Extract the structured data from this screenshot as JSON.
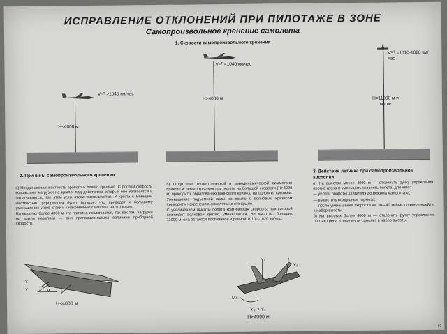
{
  "title": "ИСПРАВЛЕНИЕ ОТКЛОНЕНИЙ ПРИ ПИЛОТАЖЕ В ЗОНЕ",
  "subtitle": "Самопроизвольное кренение самолета",
  "section1": "1. Скорости самопроизвольного кренения",
  "case1": {
    "speed": "Vᴵᶜᵀ >1040 км/час",
    "height": "H<4000 м"
  },
  "case2": {
    "speed": "Vᴵᶜᵀ =1040 км/час",
    "height": "H>4000 м"
  },
  "case3": {
    "speed": "Vᴵᶜᵀ =1010-1020 км/час",
    "height": "H=11000 м и выше"
  },
  "col1": {
    "header": "2. Причины самопроизвольного кренения",
    "p1": "а) Неодинаковая жесткость правого и левого крыльев. С ростом скорости возрастают нагрузки на крыло, под действием которых оно изгибается и закручивается, при этом углы атаки уменьшаются. У крыла с меньшей жесткостью деформация будет больше, что приведет к большему уменьшению углов атаки и к накренению самолета на это крыло.",
    "p2": "На высотах более 4000 м эта причина исключается, так как там нагрузки на крыло невелики — они пропорциональны величине приборной скорости."
  },
  "col2": {
    "p1": "б) Отсутствие геометрической и аэродинамической симметрии правого и левого крыльев при полете на большой скорости (H>4000 м) приводит к образованию волнового кризиса на одном из крыльев. Уменьшение подъемной силы на крыле с волновым кризисом приводит к накренению самолета на это крыло.",
    "p2": "С увеличением высоты полета критическая скорость, при которой возникает волновой кризис, уменьшается. На высотах, больших 11000 м, она остается постоянной и равной 1010—1020 км/час."
  },
  "col3": {
    "header": "3. Действия летчика при самопроизвольном кренении",
    "p1": "а) На высотах менее 4000 м — отклонить ручку управления против крена и уменьшить скорость полета, для чего:",
    "p2": "— убрать обороты двигателя до режима малого газа;",
    "p3": "— выпустить воздушные тормоза;",
    "p4": "— после уменьшения скорости на 30—40 км/час плавно перейти в набор высоты.",
    "p5": "б) На высотах более 4000 м — отклонить ручку управления против крена и перевести самолет в набор высоты."
  },
  "fig_left": {
    "label": "H<4000 м",
    "y1": "Y",
    "y2": "Y",
    "a": "α"
  },
  "fig_right": {
    "y1": "Y₁",
    "y2": "Y₂",
    "mx": "Mx",
    "rel": "Y₂ > Y₁",
    "label": "H>4000 м"
  },
  "page": "91"
}
